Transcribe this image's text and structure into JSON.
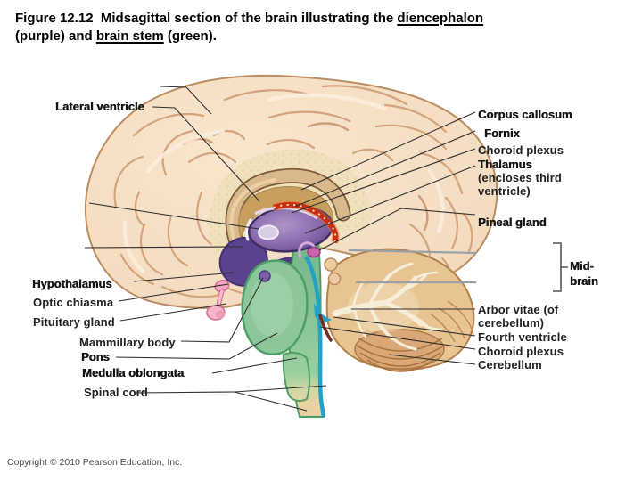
{
  "title": {
    "line1_pre": "Figure 12.12  Midsagittal section of the brain illustrating the ",
    "line1_u": "diencephalon",
    "line2_pre": "(purple) and ",
    "line2_u": "brain stem",
    "line2_post": " (green)."
  },
  "labels": {
    "lateral_ventricle": "Lateral ventricle",
    "hypothalamus": "Hypothalamus",
    "optic_chiasma": "Optic chiasma",
    "pituitary_gland": "Pituitary gland",
    "mammillary_body": "Mammillary body",
    "pons": "Pons",
    "medulla_oblongata": "Medulla oblongata",
    "spinal_cord": "Spinal cord",
    "corpus_callosum": "Corpus callosum",
    "fornix": "Fornix",
    "choroid_plexus_upper": "Choroid plexus",
    "thalamus": "Thalamus",
    "thalamus_sub": "(encloses third\nventricle)",
    "pineal_gland": "Pineal gland",
    "midbrain": "Mid-\nbrain",
    "arbor_vitae": "Arbor vitae (of\ncerebellum)",
    "fourth_ventricle": "Fourth ventricle",
    "choroid_plexus_lower": "Choroid plexus",
    "cerebellum": "Cerebellum"
  },
  "copyright": "Copyright © 2010 Pearson Education, Inc.",
  "colors": {
    "diencephalon_purple": "#6b4e99",
    "brain_stem_green": "#8cc79b",
    "choroid_plexus_red": "#c72f12",
    "ventricle_fluid_teal": "#24a2c6",
    "cerebrum_tan": "#f4dcc0",
    "cerebellum_tan": "#e8c493",
    "pink_structures": "#f3a8bf",
    "pineal_magenta": "#cb63ab"
  }
}
